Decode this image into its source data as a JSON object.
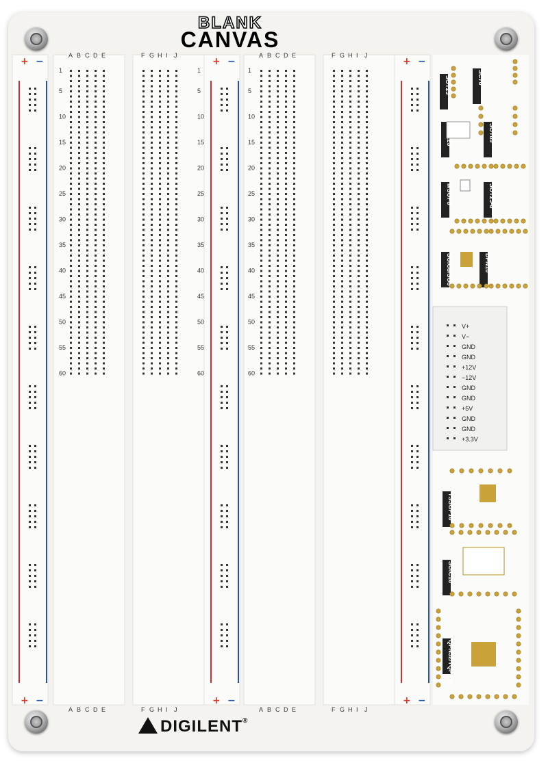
{
  "logo": {
    "line1": "BLANK",
    "line2": "CANVAS"
  },
  "brand": {
    "name": "DIGILENT",
    "mark": "®"
  },
  "colors": {
    "plus_rail": "#d32f2f",
    "minus_rail": "#2552a8",
    "pad": "#c9a23a",
    "hole": "#333333"
  },
  "columns": {
    "left": [
      "A",
      "B",
      "C",
      "D",
      "E"
    ],
    "right": [
      "F",
      "G",
      "H",
      "I",
      "J"
    ]
  },
  "rows": {
    "labels": [
      "1",
      "5",
      "10",
      "15",
      "20",
      "25",
      "30",
      "35",
      "40",
      "45",
      "50",
      "55",
      "60"
    ]
  },
  "rail_symbols": {
    "plus": "+",
    "minus": "−"
  },
  "power_labels": [
    "V+",
    "V−",
    "GND",
    "GND",
    "+12V",
    "−12V",
    "GND",
    "GND",
    "+5V",
    "GND",
    "GND",
    "+3.3V"
  ],
  "packages": [
    "SOT23",
    "SC70",
    "SOT223",
    "SOT89",
    "MSOP8",
    "SOT23-6",
    "SOIC8/SO8",
    "DFN10",
    "TSSOP16",
    "SOIC16",
    "QFN32/TQFP32"
  ],
  "icons": {
    "screw": "screw-icon",
    "brand_mark": "digilent-triangle-icon"
  }
}
